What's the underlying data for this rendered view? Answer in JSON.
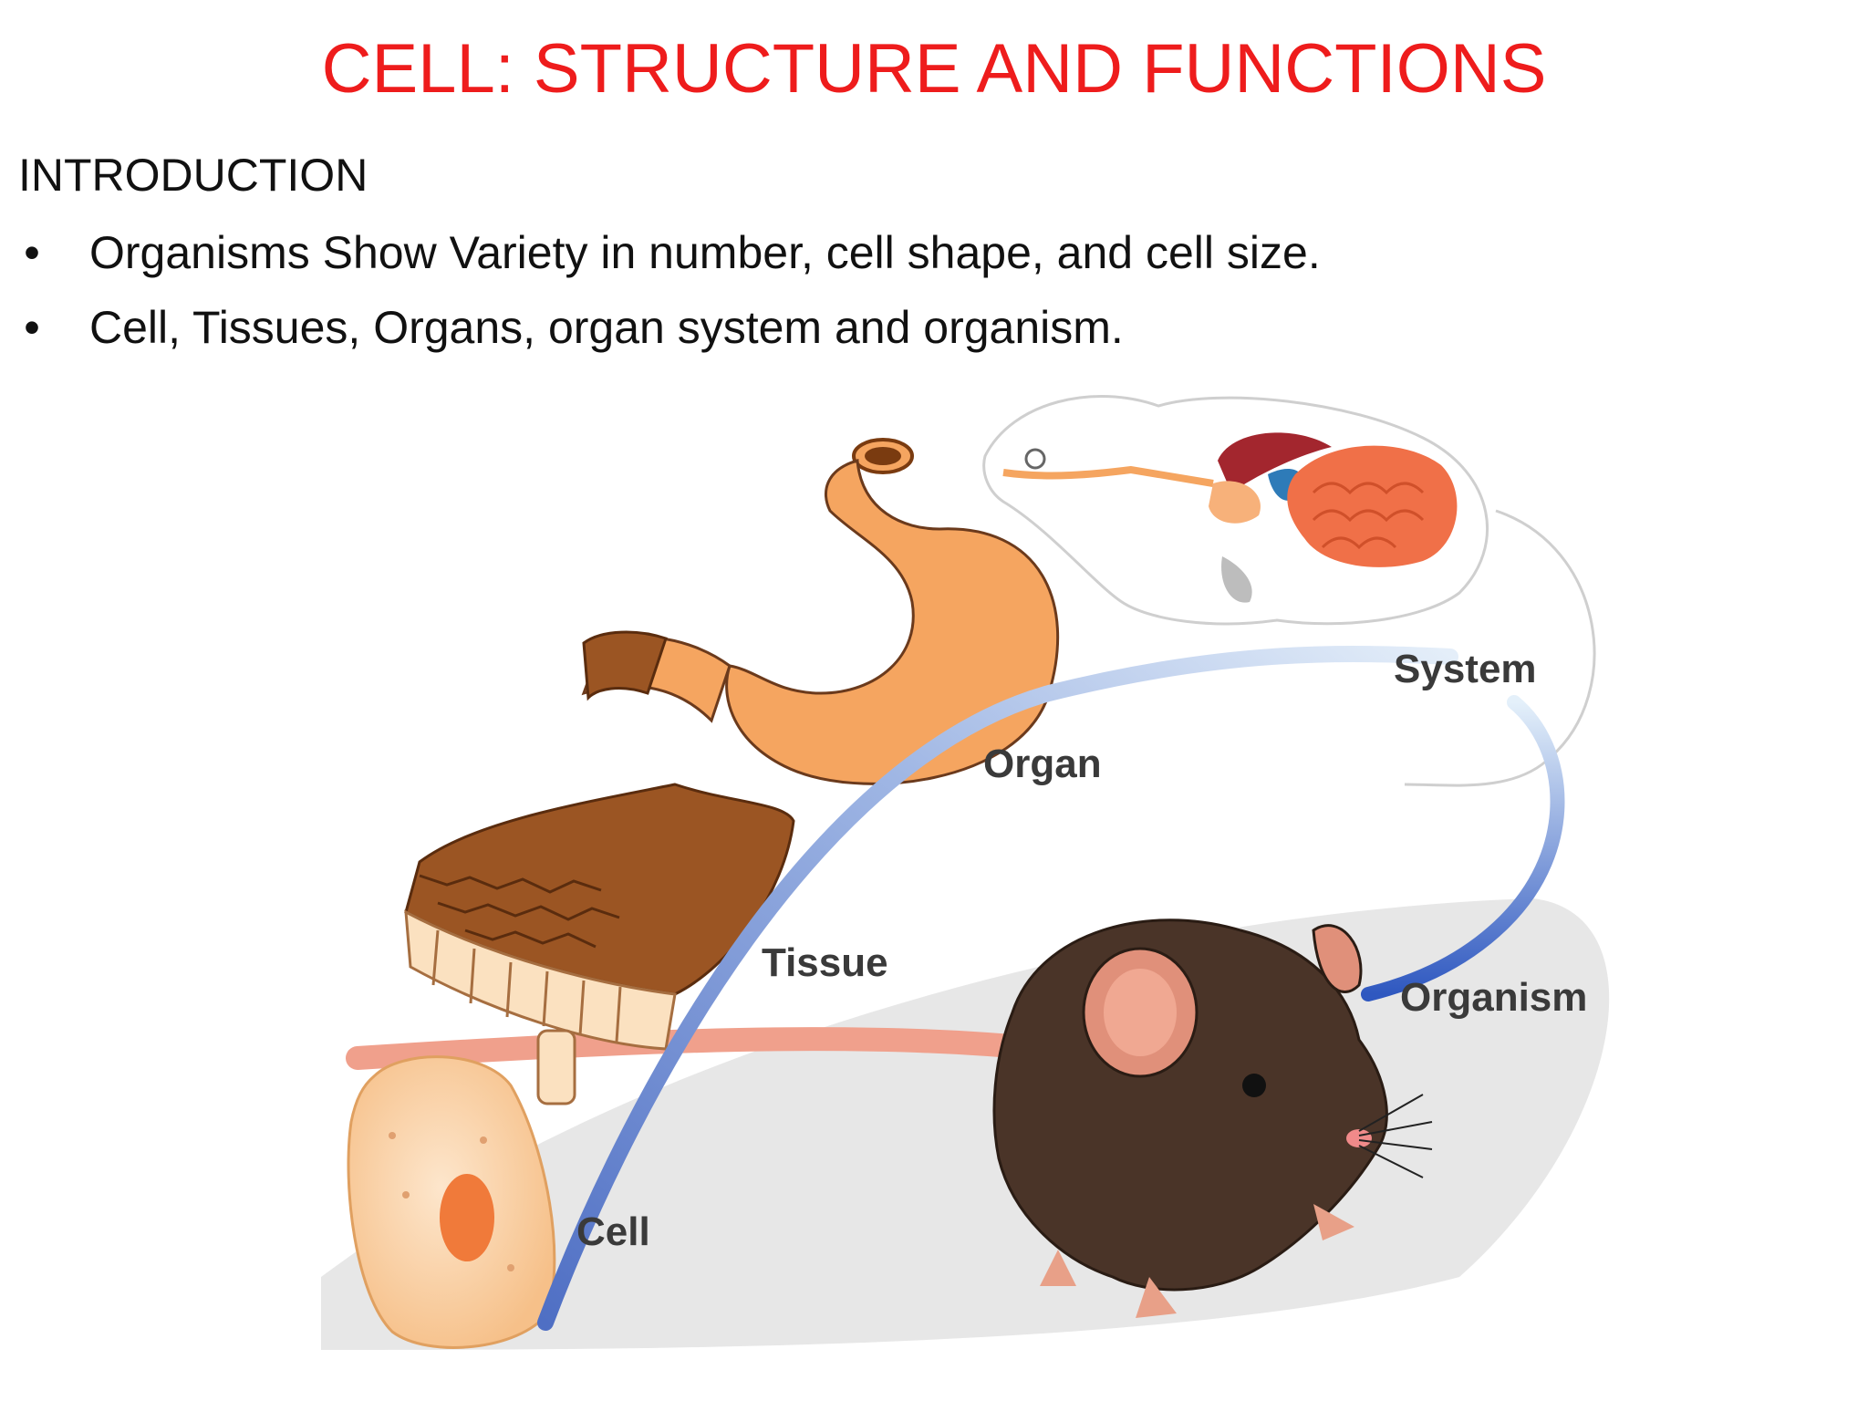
{
  "slide": {
    "title": "CELL: STRUCTURE AND FUNCTIONS",
    "section_heading": "INTRODUCTION",
    "bullets": [
      "Organisms Show Variety in number, cell shape, and cell size.",
      "Cell, Tissues, Organs, organ system and organism."
    ],
    "bullet_symbol": "•"
  },
  "diagram": {
    "stages": [
      "Cell",
      "Tissue",
      "Organ",
      "System",
      "Organism"
    ],
    "colors": {
      "arrow": "#5a7fd0",
      "cell": "#fbd4a8",
      "cell_nucleus": "#f07a3a",
      "tissue": "#9b5523",
      "stomach": "#f5a560",
      "intestine": "#f07048",
      "mouse_body": "#4a3428",
      "mouse_ear": "#e0907a",
      "shadow": "#e6e6e6"
    }
  }
}
